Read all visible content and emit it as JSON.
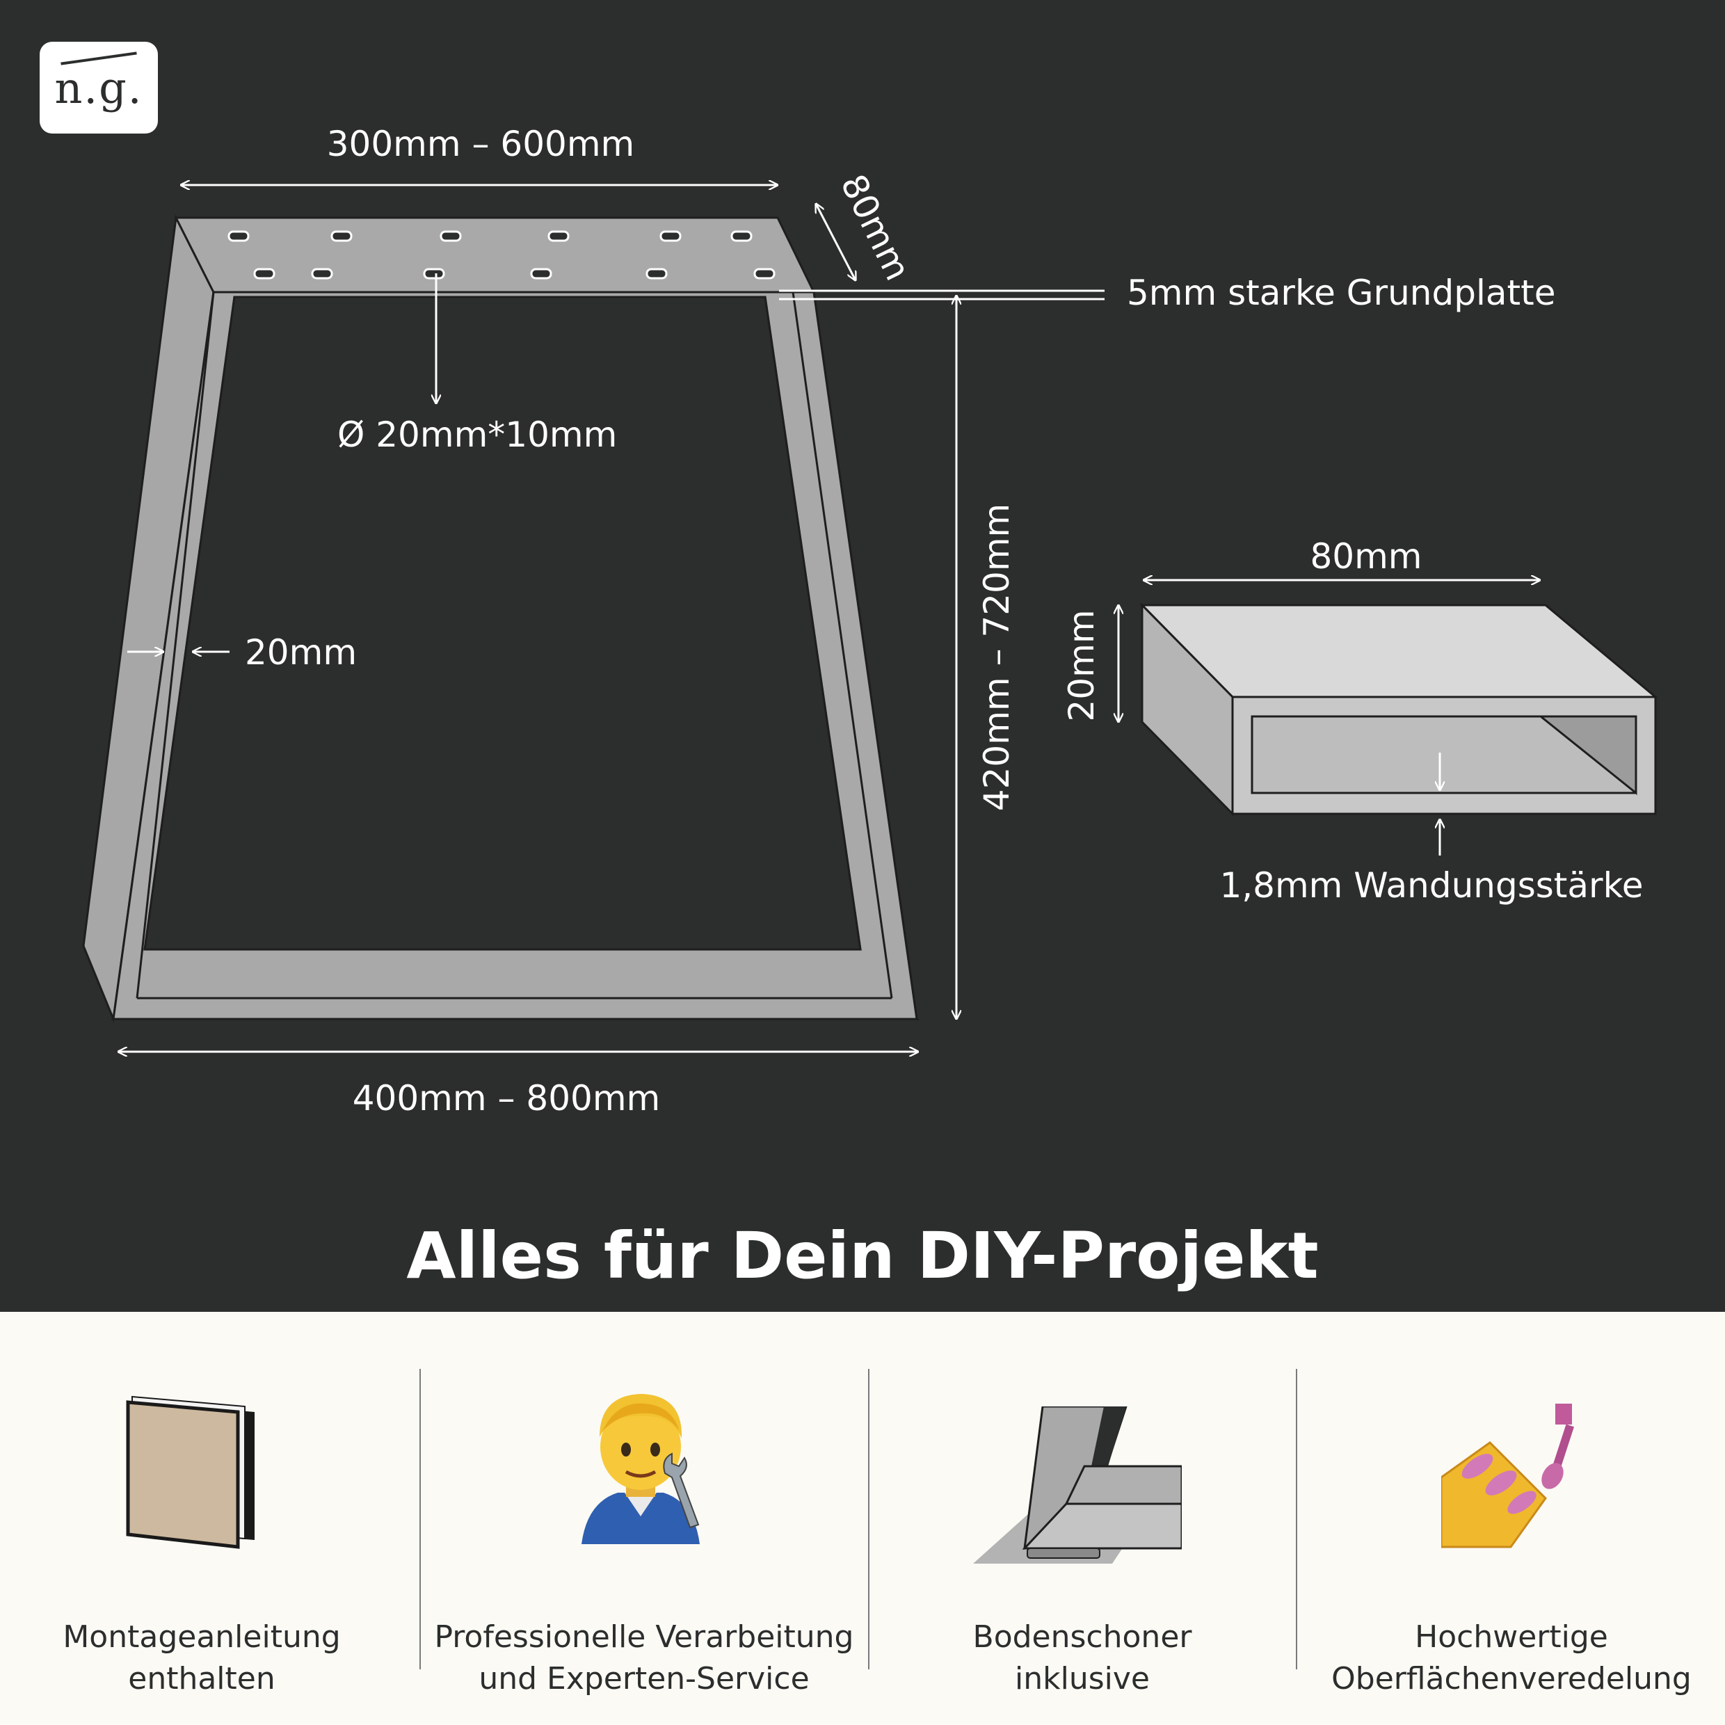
{
  "logo": {
    "text": "n.g."
  },
  "diagram": {
    "top_width": "300mm – 600mm",
    "plate_depth": "80mm",
    "base_plate": "5mm starke Grundplatte",
    "hole_size": "Ø 20mm*10mm",
    "profile_width": "20mm",
    "height": "420mm – 720mm",
    "bottom_width": "400mm – 800mm",
    "section_width": "80mm",
    "section_height": "20mm",
    "wall_thickness": "1,8mm Wandungsstärke"
  },
  "headline": "Alles für Dein DIY-Projekt",
  "features": [
    {
      "icon": "book-icon",
      "line1": "Montageanleitung",
      "line2": "enthalten"
    },
    {
      "icon": "mechanic-icon",
      "line1": "Professionelle Verarbeitung",
      "line2": "und Experten-Service"
    },
    {
      "icon": "floor-protector-icon",
      "line1": "Bodenschoner",
      "line2": "inklusive"
    },
    {
      "icon": "nail-polish-icon",
      "line1": "Hochwertige",
      "line2": "Oberflächenveredelung"
    }
  ],
  "colors": {
    "background": "#2c2e2d",
    "steel": "#aaaaaa",
    "panel": "#fbfaf5",
    "text_light": "#ffffff",
    "text_dark": "#2c2e2d"
  }
}
